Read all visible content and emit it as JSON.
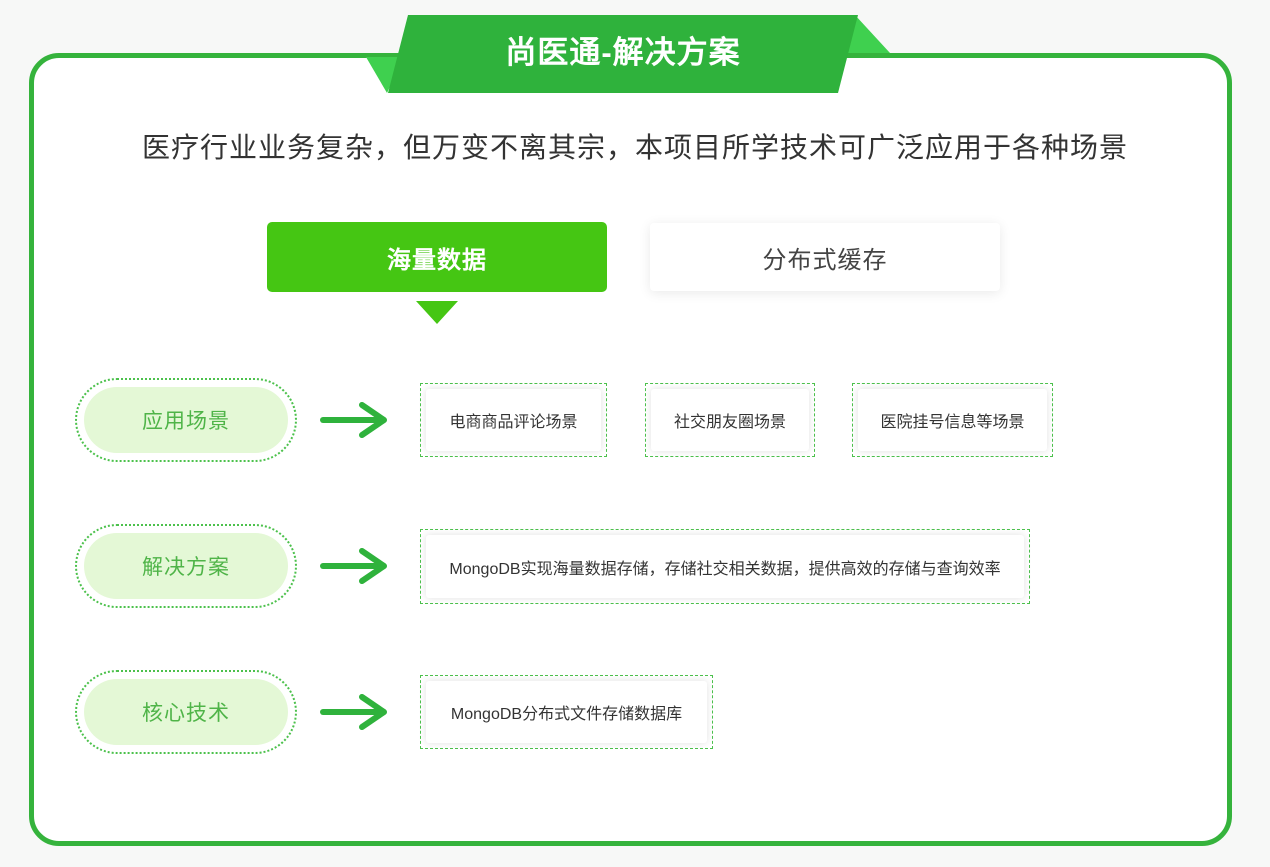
{
  "banner": {
    "title": "尚医通-解决方案"
  },
  "intro": {
    "text": "医疗行业业务复杂，但万变不离其宗，本项目所学技术可广泛应用于各种场景"
  },
  "tabs": {
    "active": {
      "label": "海量数据"
    },
    "inactive": {
      "label": "分布式缓存"
    }
  },
  "rows": [
    {
      "label": "应用场景",
      "items": [
        "电商商品评论场景",
        "社交朋友圈场景",
        "医院挂号信息等场景"
      ]
    },
    {
      "label": "解决方案",
      "items": [
        "MongoDB实现海量数据存储，存储社交相关数据，提供高效的存储与查询效率"
      ]
    },
    {
      "label": "核心技术",
      "items": [
        "MongoDB分布式文件存储数据库"
      ]
    }
  ],
  "colors": {
    "page_bg": "#f7f8f7",
    "banner_green": "#2fb23c",
    "fold_green": "#3fd04f",
    "card_border_green": "#35b33c",
    "tab_active_green": "#45c613",
    "dashed_green": "#4cc14c",
    "pill_bg": "#e4f8d6",
    "pill_text_green": "#4fb448",
    "arrow_green": "#2fb23c",
    "text_dark": "#333333"
  }
}
